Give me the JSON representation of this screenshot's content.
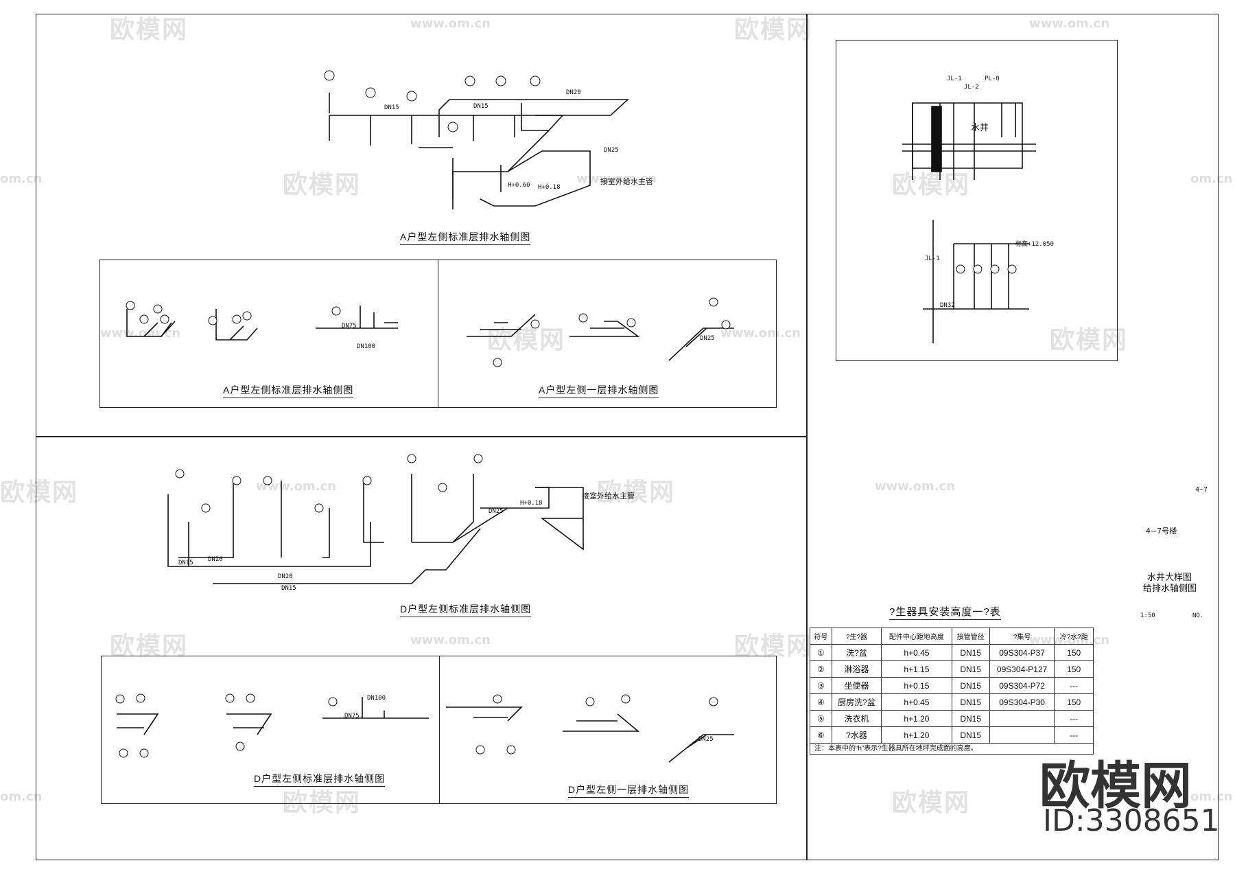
{
  "watermark": {
    "brand": "欧模网",
    "url": "www.om.cn",
    "url_partial": "om.cn"
  },
  "logo": {
    "text": "欧模网",
    "id_label": "ID:3308651"
  },
  "titles": {
    "a_main": "A户型左侧标准层排水轴侧图",
    "a_left": "A户型左侧标准层排水轴侧图",
    "a_right": "A户型左侧一层排水轴侧图",
    "d_main": "D户型左侧标准层排水轴侧图",
    "d_left": "D户型左侧标准层排水轴侧图",
    "d_right": "D户型左侧一层排水轴侧图"
  },
  "pipe_labels": {
    "dn15": "DN15",
    "dn20": "DN20",
    "dn25": "DN25",
    "dn32": "DN32",
    "dn75": "DN75",
    "dn100": "DN100",
    "h060": "H+0.60",
    "h018": "H+0.18",
    "connect_main": "接室外给水主管",
    "jl1": "JL-1",
    "jl2": "JL-2",
    "pl0": "PL-0",
    "water_well": "水井",
    "well_level": "标高+12.050"
  },
  "title_block": {
    "sheet_no": "4~7",
    "building": "4~7号楼",
    "drawing_title_1": "水井大样图",
    "drawing_title_2": "给排水轴侧图",
    "scale": "1:50",
    "no": "NO."
  },
  "fixture_table": {
    "title": "?生器具安装高度一?表",
    "headers": [
      "符号",
      "?生?器",
      "配件中心距地高度",
      "接管管径",
      "?集号",
      "冷?水?距"
    ],
    "rows": [
      {
        "symbol": "①",
        "name": "洗?盆",
        "height": "h+0.45",
        "pipe": "DN15",
        "atlas": "09S304-P37",
        "spacing": "150"
      },
      {
        "symbol": "②",
        "name": "淋浴器",
        "height": "h+1.15",
        "pipe": "DN15",
        "atlas": "09S304-P127",
        "spacing": "150"
      },
      {
        "symbol": "③",
        "name": "坐便器",
        "height": "h+0.15",
        "pipe": "DN15",
        "atlas": "09S304-P72",
        "spacing": "---"
      },
      {
        "symbol": "④",
        "name": "厨房洗?盆",
        "height": "h+0.45",
        "pipe": "DN15",
        "atlas": "09S304-P30",
        "spacing": "150"
      },
      {
        "symbol": "⑤",
        "name": "洗衣机",
        "height": "h+1.20",
        "pipe": "DN15",
        "atlas": "",
        "spacing": "---"
      },
      {
        "symbol": "⑥",
        "name": "?水器",
        "height": "h+1.20",
        "pipe": "DN15",
        "atlas": "",
        "spacing": "---"
      }
    ],
    "note": "注：本表中的“h”表示?生器具所在地坪完成面的高度。"
  }
}
